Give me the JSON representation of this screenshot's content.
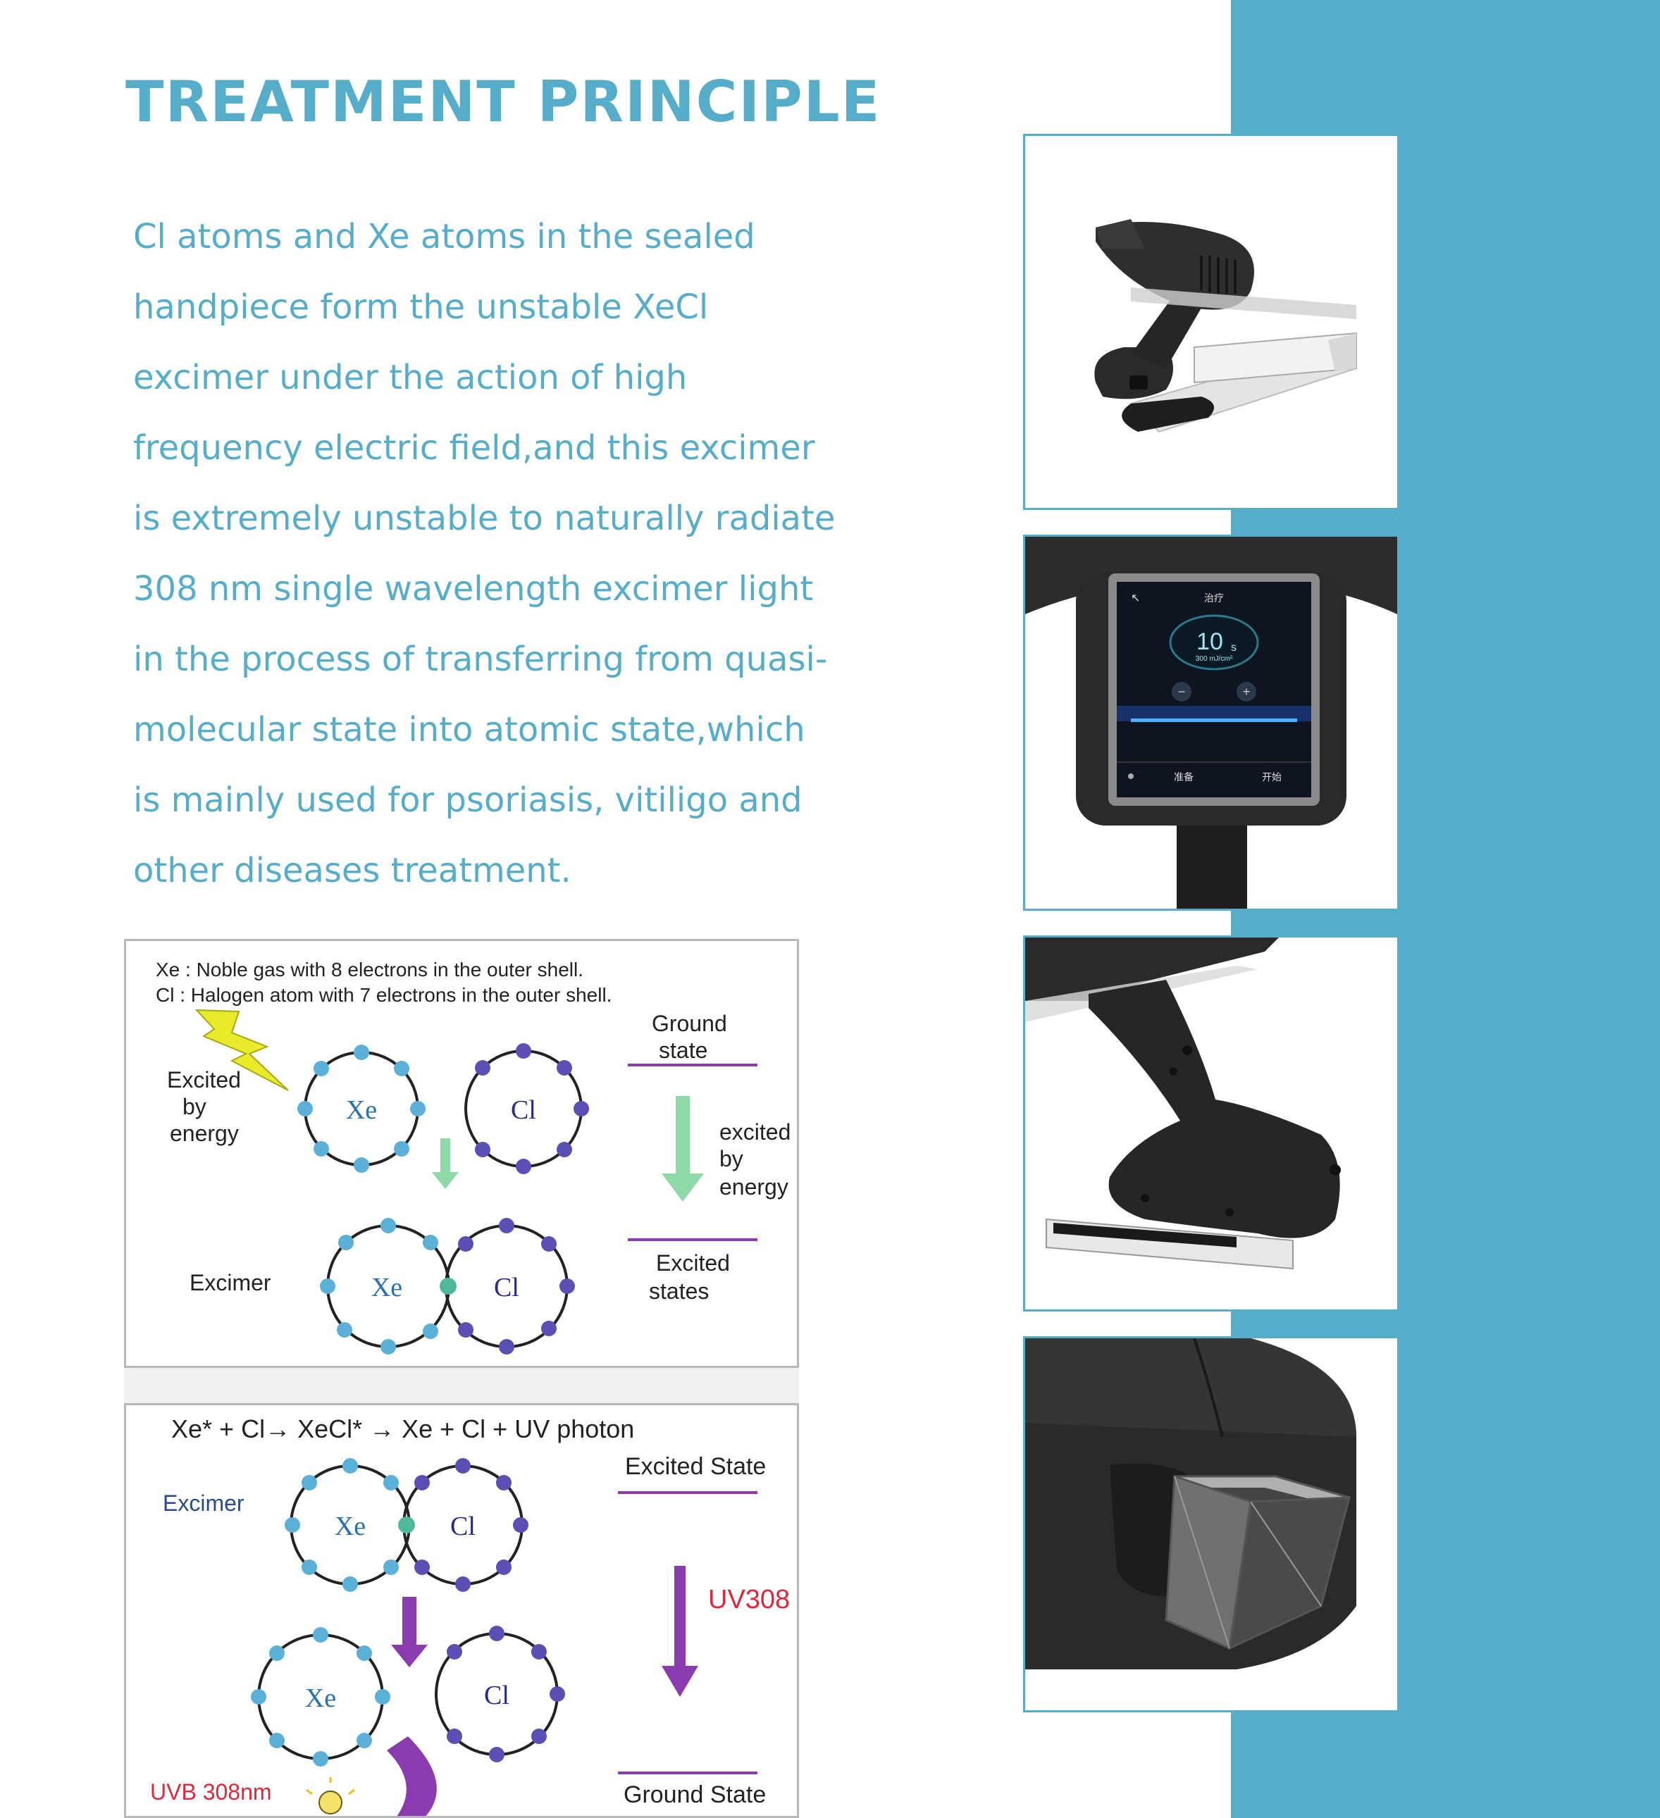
{
  "page": {
    "title": "TREATMENT PRINCIPLE",
    "description": "Cl atoms and Xe atoms in the sealed handpiece form the unstable XeCl excimer under the action of high frequency electric field,and this excimer is extremely unstable to naturally radiate 308 nm single wavelength excimer light in the process of transferring from quasi-molecular state into atomic state,which is mainly used for psoriasis, vitiligo and other diseases treatment."
  },
  "colors": {
    "accent": "#56adc9",
    "xe_electron": "#5ab0d6",
    "cl_electron": "#5a4fb5",
    "green_arrow": "#8fd9a8",
    "purple_arrow": "#8a3bb0",
    "uv_red": "#e0263a",
    "lightning": "#e8ea2a"
  },
  "diagram_excitation": {
    "legend_xe": "Xe : Noble gas with 8 electrons in the outer shell.",
    "legend_cl": "Cl : Halogen atom with 7 electrons in the outer shell.",
    "excited_by_energy_left": [
      "Excited",
      "by",
      "energy"
    ],
    "ground_state": [
      "Ground",
      "state"
    ],
    "excited_by_energy_right": [
      "excited",
      "by",
      "energy"
    ],
    "excited_states": [
      "Excited",
      "states"
    ],
    "excimer_label": "Excimer",
    "xe_symbol": "Xe",
    "cl_symbol": "Cl"
  },
  "diagram_emission": {
    "equation": "Xe* + Cl→  XeCl* →  Xe + Cl + UV photon",
    "excited_state": "Excited State",
    "excimer_label": "Excimer",
    "uv_label": "UV308",
    "uvb_label": "UVB 308nm",
    "ground_state": "Ground State",
    "xe_symbol": "Xe",
    "cl_symbol": "Cl"
  },
  "device_screen": {
    "title": "治疗",
    "timer": "10",
    "timer_unit": "s",
    "dose": "300 mJ/cm²",
    "minus": "−",
    "plus": "+",
    "ready_button": "准备",
    "start_button": "开始"
  },
  "photos": [
    "handpiece-on-stand",
    "handpiece-touchscreen",
    "handpiece-grip",
    "handpiece-treatment-window"
  ]
}
